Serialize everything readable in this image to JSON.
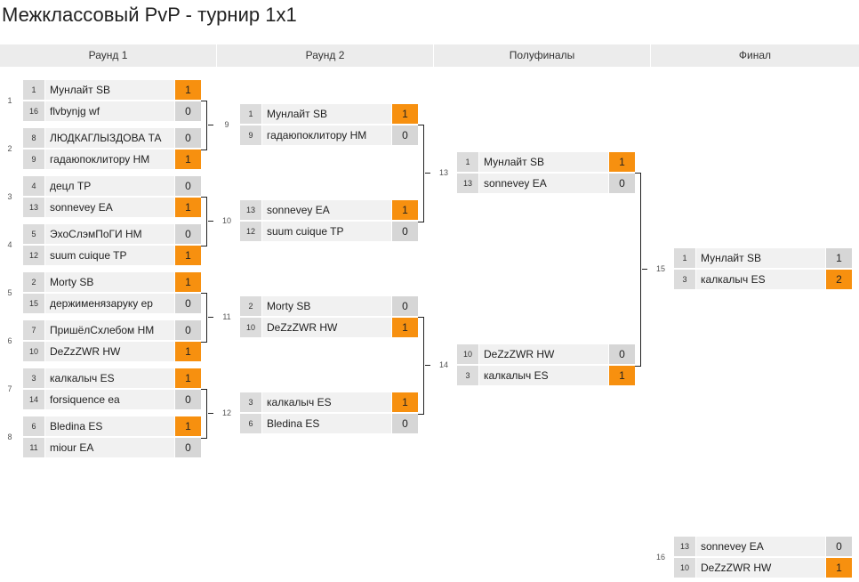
{
  "title": "Межклассовый PvP - турнир 1x1",
  "rounds": [
    {
      "label": "Раунд 1"
    },
    {
      "label": "Раунд 2"
    },
    {
      "label": "Полуфиналы"
    },
    {
      "label": "Финал"
    }
  ],
  "colors": {
    "winner": "#f7900f",
    "header": "#ececec",
    "name_bg": "#f1f1f1",
    "seed_bg": "#dcdcdc"
  },
  "matches": [
    {
      "id": "1",
      "round": 0,
      "players": [
        {
          "seed": "1",
          "name": "Мунлайт SB",
          "score": "1",
          "win": true
        },
        {
          "seed": "16",
          "name": "flvbynjg wf",
          "score": "0",
          "win": false
        }
      ]
    },
    {
      "id": "2",
      "round": 0,
      "players": [
        {
          "seed": "8",
          "name": "ЛЮДКАГЛЫЗДОВА ТА",
          "score": "0",
          "win": false
        },
        {
          "seed": "9",
          "name": "гадаюпоклитору HM",
          "score": "1",
          "win": true
        }
      ]
    },
    {
      "id": "3",
      "round": 0,
      "players": [
        {
          "seed": "4",
          "name": "децл TP",
          "score": "0",
          "win": false
        },
        {
          "seed": "13",
          "name": "sonnevey EA",
          "score": "1",
          "win": true
        }
      ]
    },
    {
      "id": "4",
      "round": 0,
      "players": [
        {
          "seed": "5",
          "name": "ЭхоСлэмПоГИ HM",
          "score": "0",
          "win": false
        },
        {
          "seed": "12",
          "name": "suum cuique TP",
          "score": "1",
          "win": true
        }
      ]
    },
    {
      "id": "5",
      "round": 0,
      "players": [
        {
          "seed": "2",
          "name": "Morty SB",
          "score": "1",
          "win": true
        },
        {
          "seed": "15",
          "name": "держименязаруку ep",
          "score": "0",
          "win": false
        }
      ]
    },
    {
      "id": "6",
      "round": 0,
      "players": [
        {
          "seed": "7",
          "name": "ПришёлСхлебом HM",
          "score": "0",
          "win": false
        },
        {
          "seed": "10",
          "name": "DeZzZWR HW",
          "score": "1",
          "win": true
        }
      ]
    },
    {
      "id": "7",
      "round": 0,
      "players": [
        {
          "seed": "3",
          "name": "калкалыч ES",
          "score": "1",
          "win": true
        },
        {
          "seed": "14",
          "name": "forsiquence ea",
          "score": "0",
          "win": false
        }
      ]
    },
    {
      "id": "8",
      "round": 0,
      "players": [
        {
          "seed": "6",
          "name": "Bledina ES",
          "score": "1",
          "win": true
        },
        {
          "seed": "11",
          "name": "miour EA",
          "score": "0",
          "win": false
        }
      ]
    },
    {
      "id": "9",
      "round": 1,
      "players": [
        {
          "seed": "1",
          "name": "Мунлайт SB",
          "score": "1",
          "win": true
        },
        {
          "seed": "9",
          "name": "гадаюпоклитору HM",
          "score": "0",
          "win": false
        }
      ]
    },
    {
      "id": "10",
      "round": 1,
      "players": [
        {
          "seed": "13",
          "name": "sonnevey EA",
          "score": "1",
          "win": true
        },
        {
          "seed": "12",
          "name": "suum cuique TP",
          "score": "0",
          "win": false
        }
      ]
    },
    {
      "id": "11",
      "round": 1,
      "players": [
        {
          "seed": "2",
          "name": "Morty SB",
          "score": "0",
          "win": false
        },
        {
          "seed": "10",
          "name": "DeZzZWR HW",
          "score": "1",
          "win": true
        }
      ]
    },
    {
      "id": "12",
      "round": 1,
      "players": [
        {
          "seed": "3",
          "name": "калкалыч ES",
          "score": "1",
          "win": true
        },
        {
          "seed": "6",
          "name": "Bledina ES",
          "score": "0",
          "win": false
        }
      ]
    },
    {
      "id": "13",
      "round": 2,
      "players": [
        {
          "seed": "1",
          "name": "Мунлайт SB",
          "score": "1",
          "win": true
        },
        {
          "seed": "13",
          "name": "sonnevey EA",
          "score": "0",
          "win": false
        }
      ]
    },
    {
      "id": "14",
      "round": 2,
      "players": [
        {
          "seed": "10",
          "name": "DeZzZWR HW",
          "score": "0",
          "win": false
        },
        {
          "seed": "3",
          "name": "калкалыч ES",
          "score": "1",
          "win": true
        }
      ]
    },
    {
      "id": "15",
      "round": 3,
      "players": [
        {
          "seed": "1",
          "name": "Мунлайт SB",
          "score": "1",
          "win": false
        },
        {
          "seed": "3",
          "name": "калкалыч ES",
          "score": "2",
          "win": true
        }
      ]
    },
    {
      "id": "16",
      "round": 3,
      "players": [
        {
          "seed": "13",
          "name": "sonnevey EA",
          "score": "0",
          "win": false
        },
        {
          "seed": "10",
          "name": "DeZzZWR HW",
          "score": "1",
          "win": true
        }
      ]
    }
  ]
}
